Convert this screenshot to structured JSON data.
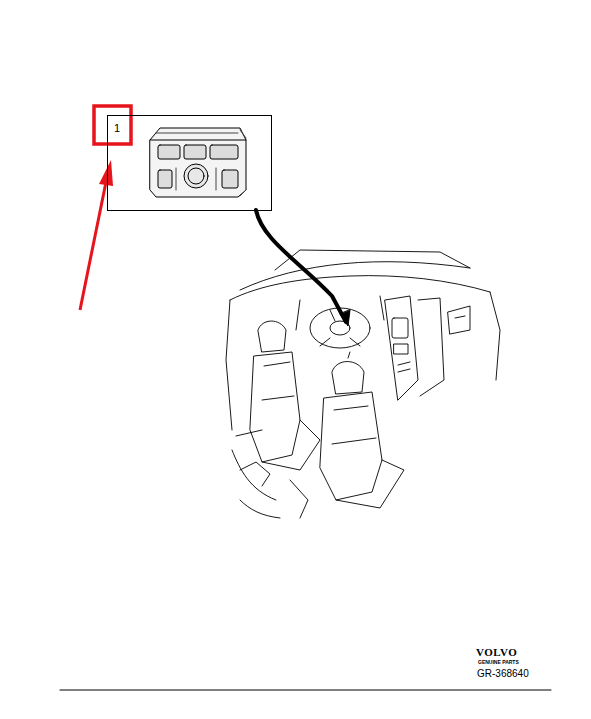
{
  "diagram": {
    "nodes": [
      {
        "text": [
          "1"
        ]
      }
    ],
    "labels": [
      "VOLVO",
      "GENUINE PARTS",
      "GR-368640"
    ]
  }
}
